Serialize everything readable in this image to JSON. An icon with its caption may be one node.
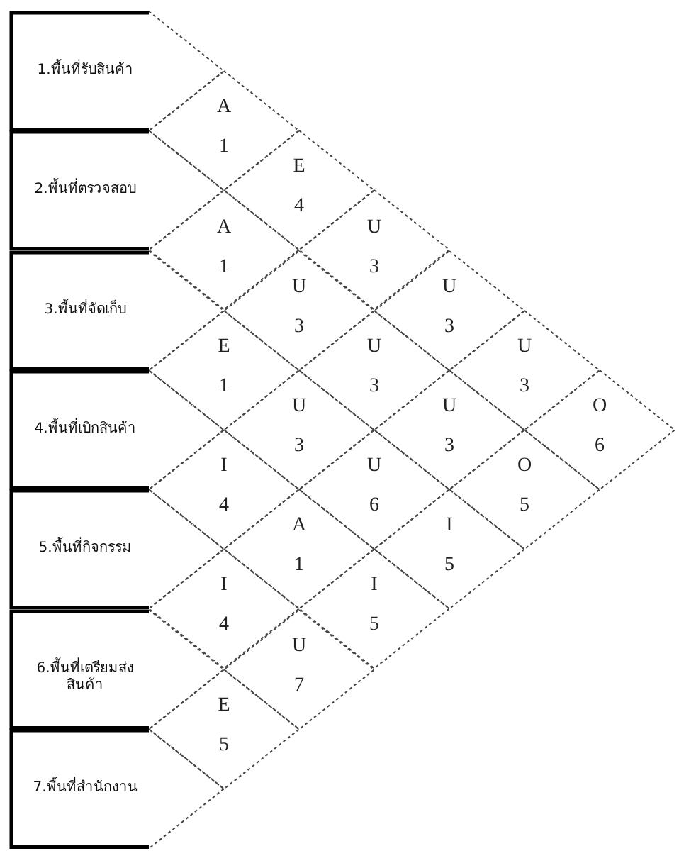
{
  "diagram": {
    "nodes": [
      {
        "text": [
          "1.พื้นที่รับสินค้า"
        ]
      },
      {
        "text": [
          "2.พื้นที่ตรวจสอบ"
        ]
      },
      {
        "text": [
          "3.พื้นที่จัดเก็บ"
        ]
      },
      {
        "text": [
          "4.พื้นที่เบิกสินค้า"
        ]
      },
      {
        "text": [
          "5.พื้นที่กิจกรรม"
        ]
      },
      {
        "text": [
          "6.พื้นที่เตรียมส่งสินค้า"
        ]
      },
      {
        "text": [
          "7.พื้นที่สำนักงาน"
        ]
      },
      {
        "text": [
          "A",
          "1"
        ]
      },
      {
        "text": [
          "E",
          "4"
        ]
      },
      {
        "text": [
          "A",
          "1"
        ]
      },
      {
        "text": [
          "U",
          "3"
        ]
      },
      {
        "text": [
          "U",
          "3"
        ]
      },
      {
        "text": [
          "U",
          "3"
        ]
      },
      {
        "text": [
          "E",
          "1"
        ]
      },
      {
        "text": [
          "U",
          "3"
        ]
      },
      {
        "text": [
          "U",
          "3"
        ]
      },
      {
        "text": [
          "U",
          "3"
        ]
      },
      {
        "text": [
          "U",
          "3"
        ]
      },
      {
        "text": [
          "O",
          "6"
        ]
      },
      {
        "text": [
          "I",
          "4"
        ]
      },
      {
        "text": [
          "U",
          "6"
        ]
      },
      {
        "text": [
          "O",
          "5"
        ]
      },
      {
        "text": [
          "A",
          "1"
        ]
      },
      {
        "text": [
          "I",
          "5"
        ]
      },
      {
        "text": [
          "I",
          "4"
        ]
      },
      {
        "text": [
          "I",
          "5"
        ]
      },
      {
        "text": [
          "U",
          "7"
        ]
      },
      {
        "text": [
          "E",
          "5"
        ]
      }
    ]
  }
}
